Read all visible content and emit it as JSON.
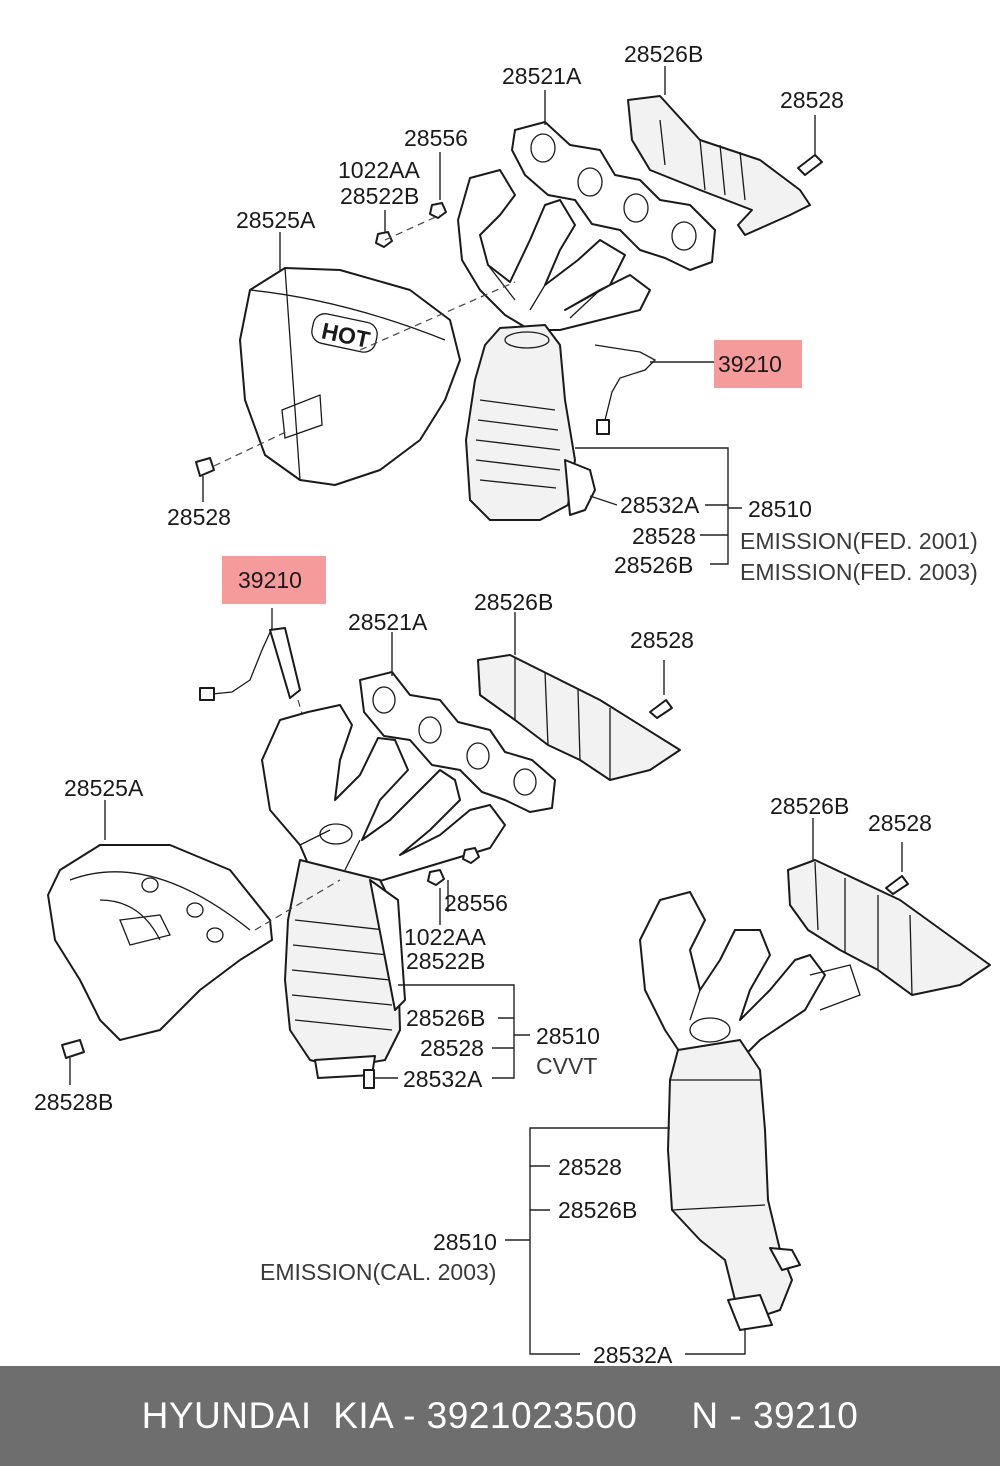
{
  "callouts": {
    "top": {
      "c_28526B": "28526B",
      "c_28528_heat": "28528",
      "c_28521A": "28521A",
      "c_28556": "28556",
      "c_1022AA": "1022AA",
      "c_28522B": "28522B",
      "c_28525A": "28525A",
      "c_39210": "39210",
      "c_28528_bolt": "28528",
      "c_28532A": "28532A",
      "c_28510": "28510",
      "c_28528_b": "28528",
      "c_28526B_b": "28526B",
      "note1": "EMISSION(FED. 2001)",
      "note2": "EMISSION(FED. 2003)"
    },
    "mid": {
      "c_39210": "39210",
      "c_28521A": "28521A",
      "c_28526B": "28526B",
      "c_28528": "28528",
      "c_28525A": "28525A",
      "c_28556": "28556",
      "c_1022AA": "1022AA",
      "c_28522B": "28522B",
      "c_28526B_b": "28526B",
      "c_28510": "28510",
      "c_28528_b": "28528",
      "c_28532A": "28532A",
      "note": "CVVT",
      "c_28528B": "28528B"
    },
    "bottom": {
      "c_28526B": "28526B",
      "c_28528": "28528",
      "c_28528_b": "28528",
      "c_28526B_b": "28526B",
      "c_28510": "28510",
      "note": "EMISSION(CAL. 2003)",
      "c_28532A": "28532A"
    }
  },
  "heat_shield_text": "HOT",
  "highlight_color": "#f58a8a",
  "footer": {
    "brand": "HYUNDAI  KIA - 3921023500",
    "ref": "N - 39210"
  }
}
